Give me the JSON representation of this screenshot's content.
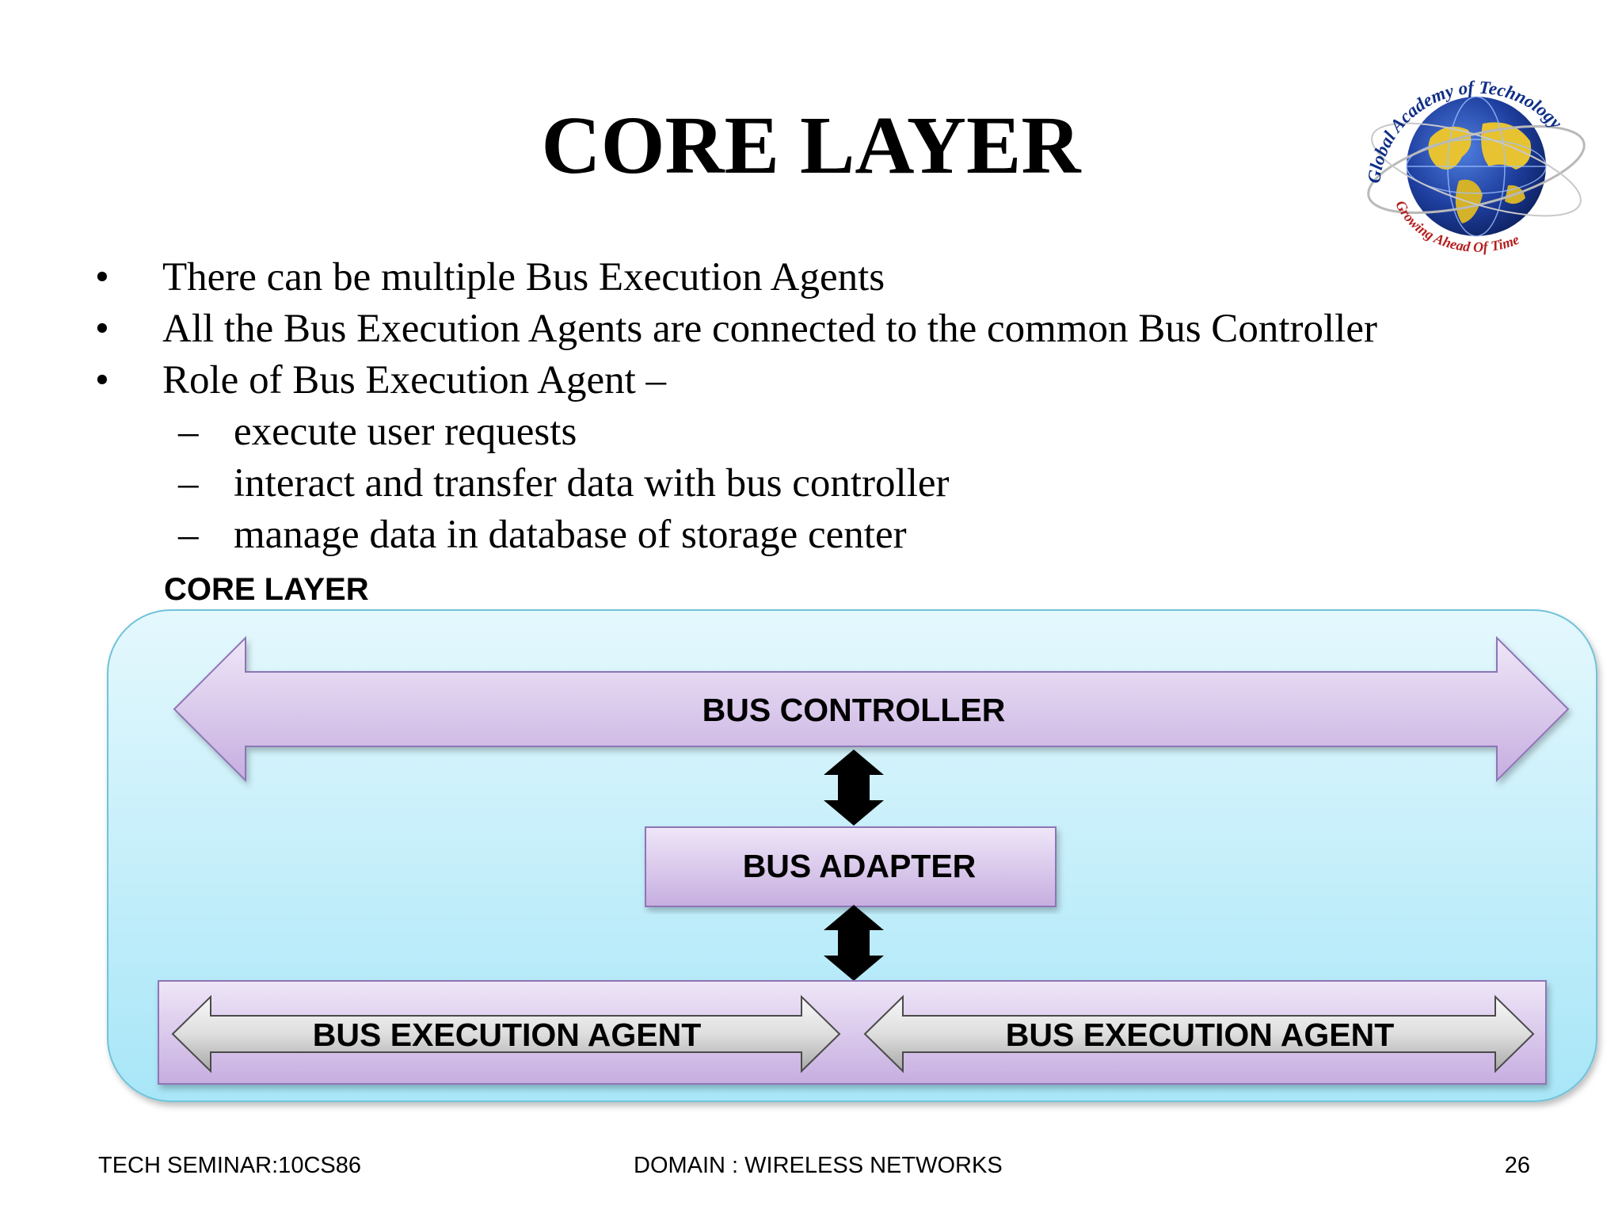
{
  "slide": {
    "title": "CORE LAYER",
    "bullets": [
      {
        "level": 1,
        "text": "There can be multiple Bus Execution Agents"
      },
      {
        "level": 1,
        "text": "All the Bus Execution Agents are connected to the common Bus Controller"
      },
      {
        "level": 1,
        "text": "Role of Bus Execution Agent –"
      },
      {
        "level": 2,
        "text": "execute user requests"
      },
      {
        "level": 2,
        "text": "interact and transfer data with bus controller"
      },
      {
        "level": 2,
        "text": "manage data in database of storage center"
      }
    ]
  },
  "logo": {
    "top_text": "Global Academy of Technology",
    "bottom_text": "Growing Ahead Of Time",
    "icon": "globe-icon"
  },
  "diagram": {
    "container_label": "CORE LAYER",
    "bus_controller": "BUS CONTROLLER",
    "bus_adapter": "BUS ADAPTER",
    "agents": [
      "BUS EXECUTION AGENT",
      "BUS EXECUTION AGENT"
    ],
    "colors": {
      "container_top": "#e4f8fd",
      "container_bottom": "#a8e6f8",
      "container_border": "#6fc3da",
      "lavender_top": "#efe6f8",
      "lavender_bottom": "#c6aee0",
      "lavender_border": "#8e74b6",
      "agent_arrow_top": "#f8f8f8",
      "agent_arrow_bottom": "#a8a8a8",
      "connector": "#000000"
    }
  },
  "footer": {
    "left": "TECH SEMINAR:10CS86",
    "center": "DOMAIN : WIRELESS NETWORKS",
    "page": "26"
  }
}
